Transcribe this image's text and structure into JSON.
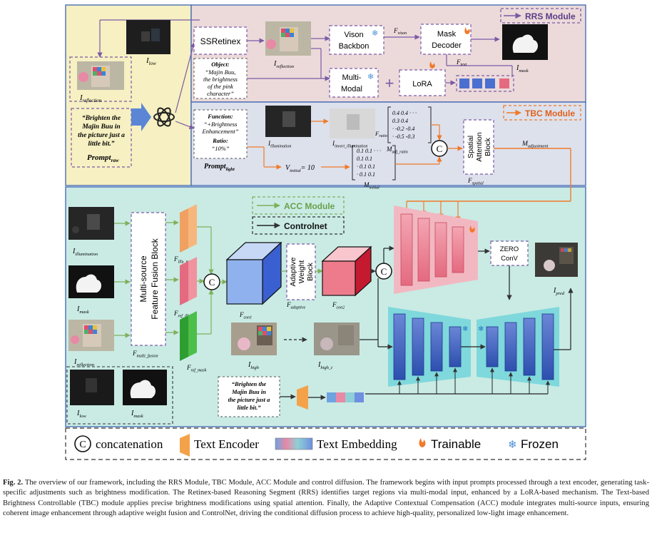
{
  "modules": {
    "rrs": "RRS Module",
    "tbc": "TBC Module",
    "acc": "ACC Module",
    "controlnet": "Controlnet"
  },
  "prompt_panel": {
    "i_low": "I",
    "i_low_sub": "low",
    "i_reflection": "I",
    "i_reflection_sub": "reflection",
    "prompt_lines": [
      "“Brighten the",
      "Majin Buu in",
      "the picture just a",
      "little bit.”"
    ],
    "prompt_raw": "Prompt",
    "prompt_raw_sub": "raw"
  },
  "rrs_panel": {
    "ssretinex": "SSRetinex",
    "i_reflection": "I",
    "i_reflection_sub": "reflection",
    "object_title": "Object:",
    "object_lines": [
      "“Majin Buu,",
      "the brightness",
      "of the pink",
      "character”"
    ],
    "vision_backbone": [
      "Vison",
      "Backbon"
    ],
    "f_vision": "F",
    "f_vision_sub": "vison",
    "mask_decoder": [
      "Mask",
      "Decoder"
    ],
    "f_text": "F",
    "f_text_sub": "text",
    "i_mask": "I",
    "i_mask_sub": "mask",
    "multi_modal": [
      "Multi-",
      "Modal"
    ],
    "plus": "+",
    "lora": "LoRA"
  },
  "tbc_panel": {
    "function_title": "Function:",
    "function_lines": [
      "“+Brightness",
      "Enhancement”"
    ],
    "ratio_title": "Ratio:",
    "ratio_value": "“10%”",
    "prompt_light": "Prompt",
    "prompt_light_sub": "light",
    "i_illumination": "I",
    "i_illumination_sub": "illumination",
    "i_invert": "I",
    "i_invert_sub": "invert_illumination",
    "f_ratio": "F",
    "f_ratio_sub": "ratio",
    "matrix_ratio": [
      "0.4  0.4   · · ·",
      "0.3  0.4",
      "  ·        -0.2 -0.4",
      "  ·        -0.5 -0.3"
    ],
    "m_adj_ratio": "M",
    "m_adj_ratio_sub": "adj_ratio",
    "v_initial": "V",
    "v_initial_sub": "initial",
    "v_initial_value": "= 10",
    "matrix_initial": [
      "0.1 0.1   · · ·",
      "0.1 0.1",
      "  ·        0.1 0.1",
      "  ·        0.1 0.1"
    ],
    "m_initial": "M",
    "m_initial_sub": "initial",
    "spatial_block": [
      "Spatial",
      "Attention",
      "Block"
    ],
    "f_spatial": "F",
    "f_spatial_sub": "spatial",
    "m_adjustment": "M",
    "m_adjustment_sub": "adjustment"
  },
  "acc_panel": {
    "i_illumination": "I",
    "i_illumination_sub": "illumination",
    "i_mask": "I",
    "i_mask_sub": "mask",
    "i_reflection": "I",
    "i_reflection_sub": "reflection",
    "i_low": "I",
    "i_low_sub": "low",
    "i_mask2": "I",
    "i_mask2_sub": "mask",
    "fusion_block": [
      "Multi-source",
      "Feature Fusion Block"
    ],
    "f_multi_fusion": "F",
    "f_multi_fusion_sub": "multi_fusion",
    "f_illu_mask": "F",
    "f_illu_mask_sub": "illu_mask",
    "f_ref_illu": "F",
    "f_ref_illu_sub": "ref_illu",
    "f_ref_mask": "F",
    "f_ref_mask_sub": "ref_mask",
    "f_con1": "F",
    "f_con1_sub": "con1",
    "adaptive_block": [
      "Adaptive",
      "Weight",
      "Block"
    ],
    "f_adaptive": "F",
    "f_adaptive_sub": "adaptive",
    "f_con2": "F",
    "f_con2_sub": "con2",
    "zero_conv": [
      "ZERO",
      "ConV"
    ],
    "i_pred": "I",
    "i_pred_sub": "pred",
    "i_high": "I",
    "i_high_sub": "high",
    "i_high_t": "I",
    "i_high_t_sub": "high_t",
    "prompt_lines": [
      "“Brighten the",
      "Majin Buu in",
      "the picture just a",
      "little bit.”"
    ]
  },
  "legend": {
    "concatenation": "concatenation",
    "text_encoder": "Text Encoder",
    "text_embedding": "Text Embedding",
    "trainable": "Trainable",
    "frozen": "Frozen",
    "c_symbol": "C"
  },
  "caption": {
    "label": "Fig. 2.",
    "text": "The overview of our framework, including the RRS Module, TBC Module, ACC Module and control diffusion. The framework begins with input prompts processed through a text encoder, generating task-specific adjustments such as brightness modification. The Retinex-based Reasoning Segment (RRS) identifies target regions via multi-modal input, enhanced by a LoRA-based mechanism. The Text-based Brightness Controllable (TBC) module applies precise brightness modifications using spatial attention. Finally, the Adaptive Contextual Compensation (ACC) module integrates multi-source inputs, ensuring coherent image enhancement through adaptive weight fusion and ControlNet, driving the conditional diffusion process to achieve high-quality, personalized low-light image enhancement."
  },
  "colors": {
    "prompt_bg": "#f6f0c2",
    "rrs_bg": "#ecdada",
    "tbc_bg": "#dde1ec",
    "acc_bg": "#c9ebe4",
    "purple_dash": "#7b5aa6",
    "orange": "#f07a2a",
    "blue_frame": "#4a6fb5"
  }
}
